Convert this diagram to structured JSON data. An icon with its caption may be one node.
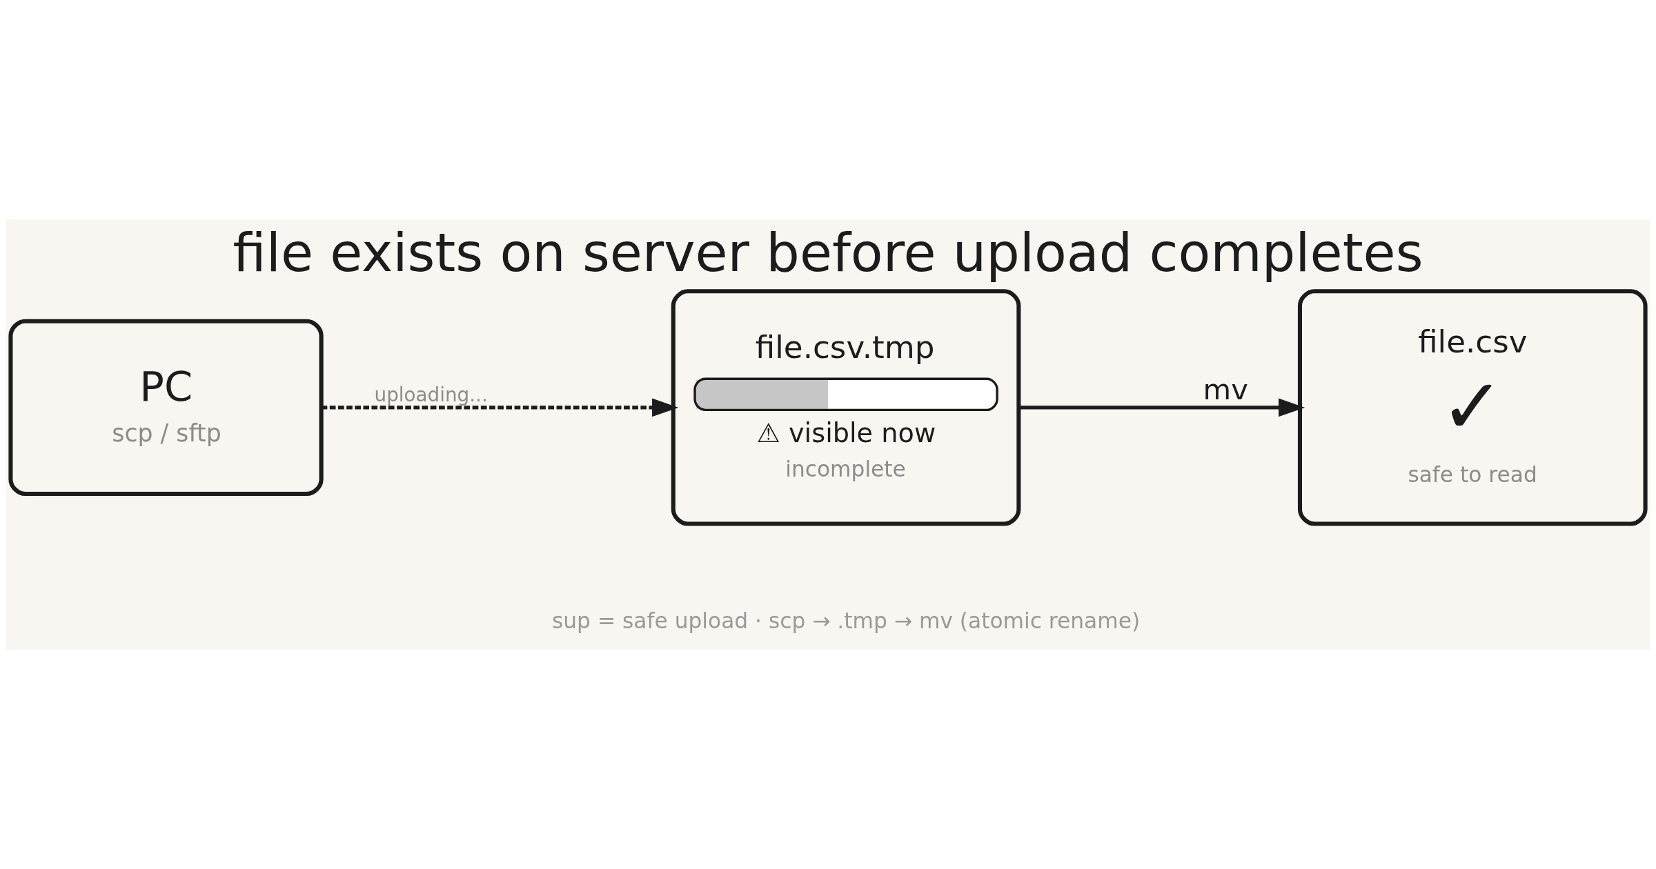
{
  "diagram": {
    "title": "file exists on server before upload completes",
    "caption": "sup = safe upload · scp → .tmp → mv (atomic rename)",
    "nodes": [
      {
        "text": [
          "PC",
          "scp / sftp"
        ]
      },
      {
        "text": [
          "file.csv.tmp",
          "⚠ visible now",
          "incomplete"
        ]
      },
      {
        "text": [
          "file.csv",
          "✓",
          "safe to read"
        ]
      }
    ],
    "edges": [
      {
        "from": 0,
        "to": 1,
        "arrow": "to",
        "label": "uploading...",
        "style": "dashed"
      },
      {
        "from": 1,
        "to": 2,
        "arrow": "to",
        "label": "mv"
      }
    ]
  }
}
